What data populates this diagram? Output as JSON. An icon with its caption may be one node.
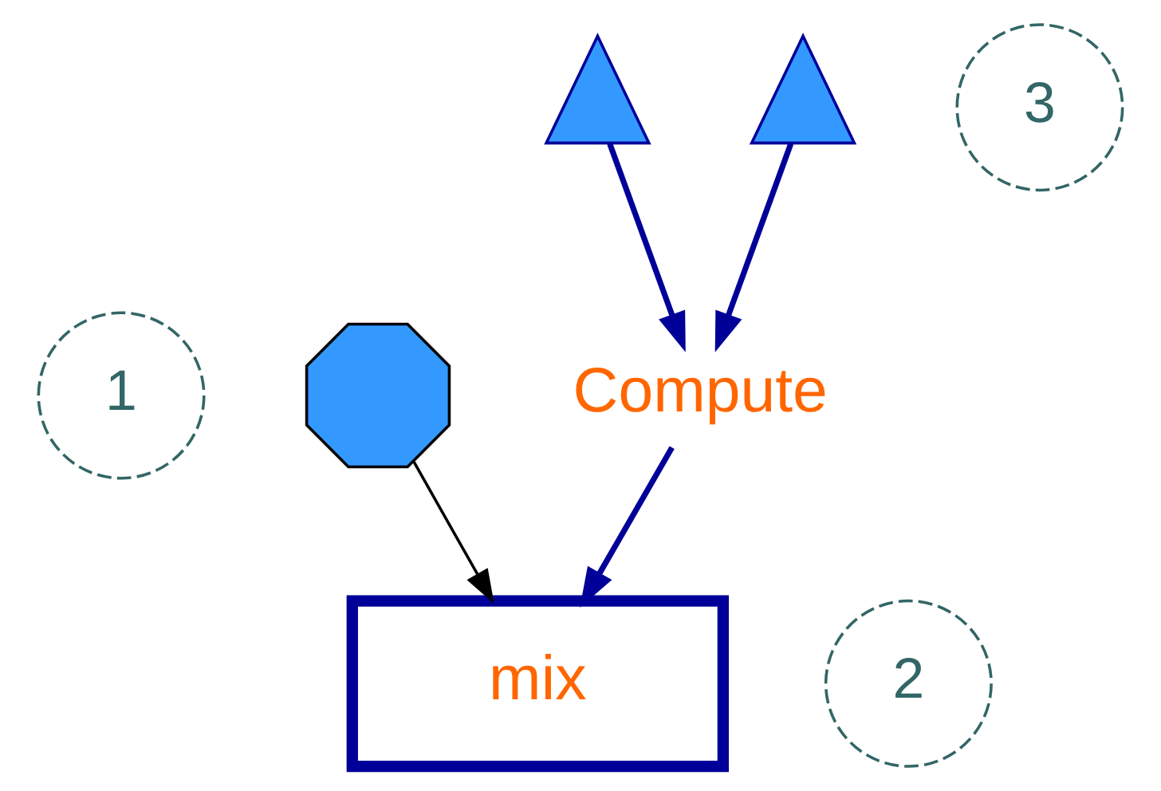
{
  "diagram": {
    "nodes": [
      {
        "text": [
          "1"
        ]
      },
      {
        "text": [],
        "shape": "octagon"
      },
      {
        "text": [
          "2"
        ]
      },
      {
        "text": [
          "mix"
        ]
      },
      {
        "text": [
          "Compute"
        ]
      },
      {
        "text": [],
        "shape": "triangle"
      },
      {
        "text": [],
        "shape": "triangle"
      },
      {
        "text": [
          "3"
        ]
      }
    ],
    "edges": [
      {
        "from": 1,
        "to": 3,
        "arrow": "to",
        "color": "#000000"
      },
      {
        "from": 4,
        "to": 3,
        "arrow": "to"
      },
      {
        "from": 5,
        "to": 4,
        "arrow": "to"
      },
      {
        "from": 6,
        "to": 4,
        "arrow": "to"
      }
    ]
  }
}
